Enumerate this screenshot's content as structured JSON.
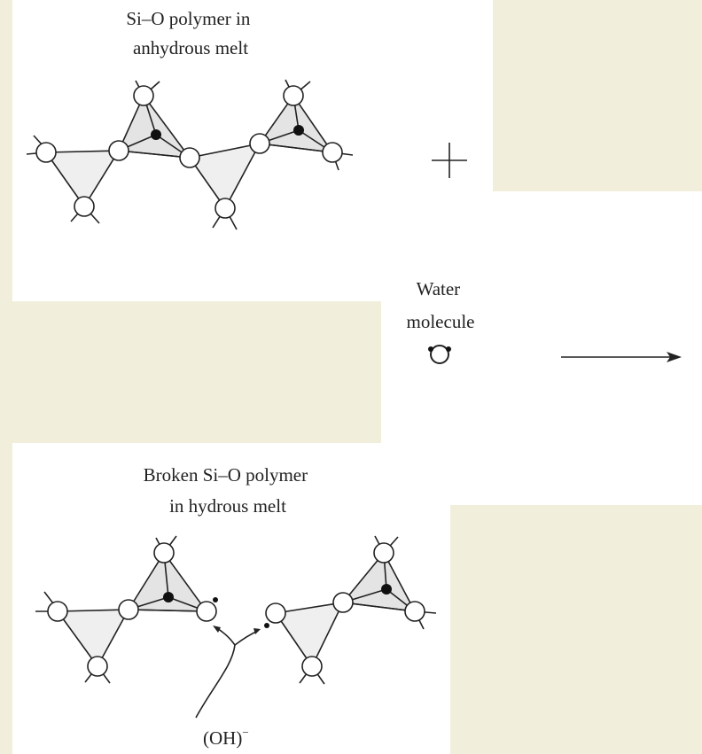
{
  "colors": {
    "background": "#f1efdb",
    "panel": "#ffffff",
    "ink": "#222222",
    "shade": "#e4e4e4"
  },
  "labels": {
    "anhydrous_title": [
      "Si–O polymer in",
      "anhydrous melt"
    ],
    "water_title": [
      "Water",
      "molecule"
    ],
    "hydrous_title": [
      "Broken Si–O polymer",
      "in hydrous melt"
    ],
    "hydroxyl": "(OH)",
    "hydroxyl_charge": "−",
    "plus": "+"
  }
}
